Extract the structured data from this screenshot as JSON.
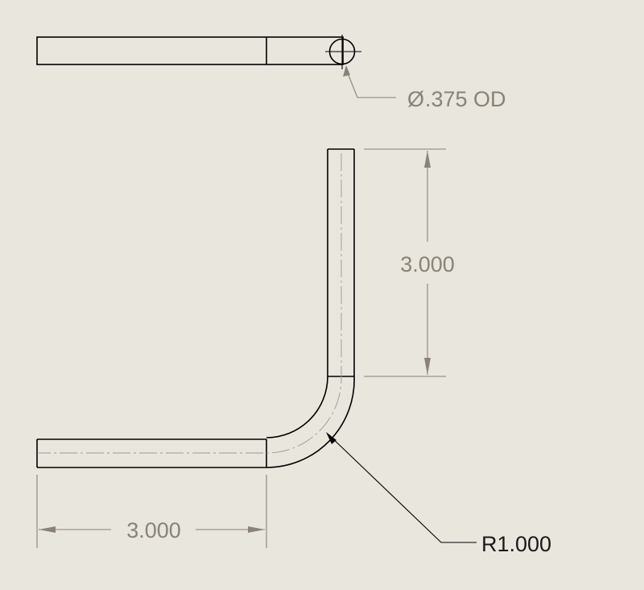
{
  "drawing": {
    "diameter_callout": ".375 OD",
    "diameter_symbol": "Ø",
    "dim_vertical": "3.000",
    "dim_horizontal": "3.000",
    "radius_callout": "R1.000"
  },
  "colors": {
    "background": "#e8e6dd",
    "geometry": "#000000",
    "dimension": "#8a8276",
    "centerline": "#9a9a9a"
  }
}
